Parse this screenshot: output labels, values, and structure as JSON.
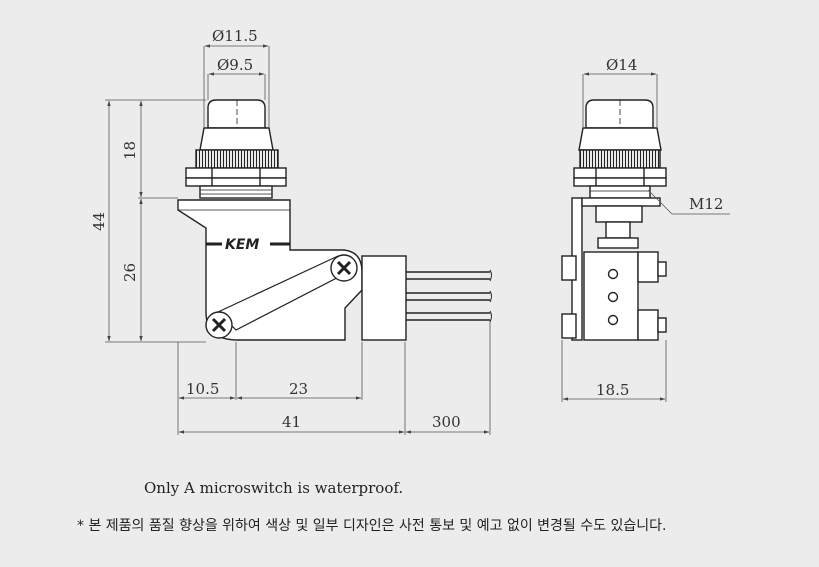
{
  "dimensions": {
    "cap_outer_diameter": "Ø11.5",
    "cap_inner_diameter": "Ø9.5",
    "side_diameter": "Ø14",
    "thread": "M12",
    "height_top": "18",
    "height_bottom": "26",
    "height_total": "44",
    "width_left": "10.5",
    "width_mid": "23",
    "width_total": "41",
    "lead_length": "300",
    "side_width": "18.5"
  },
  "logo": "KEM",
  "notes": {
    "english": "Only A microswitch is waterproof.",
    "korean": "* 본 제품의 품질 향상을 위하여 색상 및 일부 디자인은 사전 통보 및 예고 없이 변경될 수도 있습니다."
  }
}
